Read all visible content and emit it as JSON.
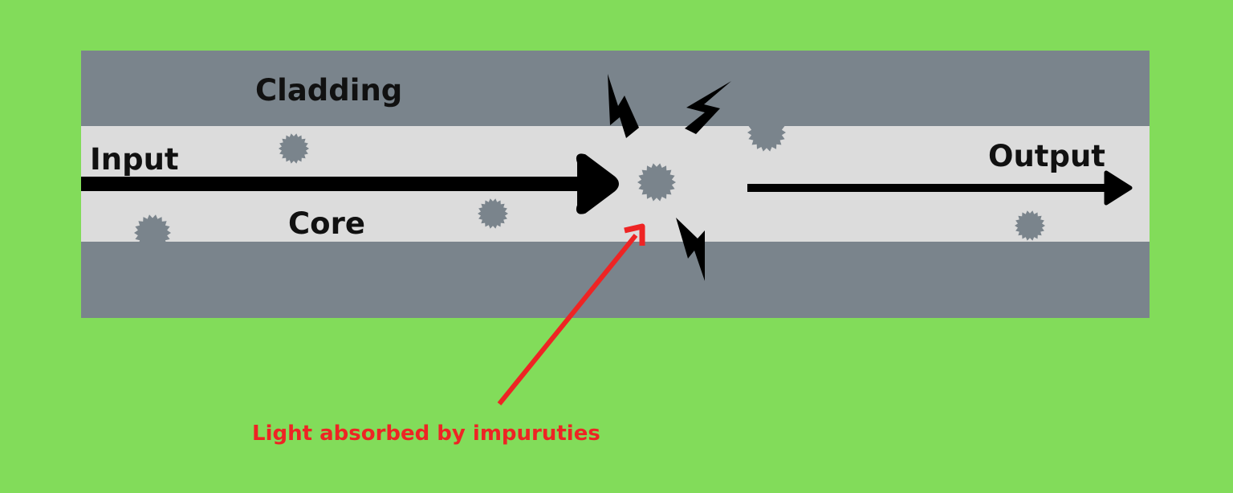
{
  "labels": {
    "cladding": "Cladding",
    "core": "Core",
    "input": "Input",
    "output": "Output",
    "annotation": "Light absorbed by impuruties"
  },
  "colors": {
    "background": "#82dc5a",
    "cladding": "#7a848c",
    "core": "#dcdcdc",
    "impurity": "#7a848c",
    "light_arrow": "#000000",
    "annotation": "#ee2424"
  },
  "icons": [
    "impurity-starburst-icon",
    "lightning-bolt-icon"
  ]
}
